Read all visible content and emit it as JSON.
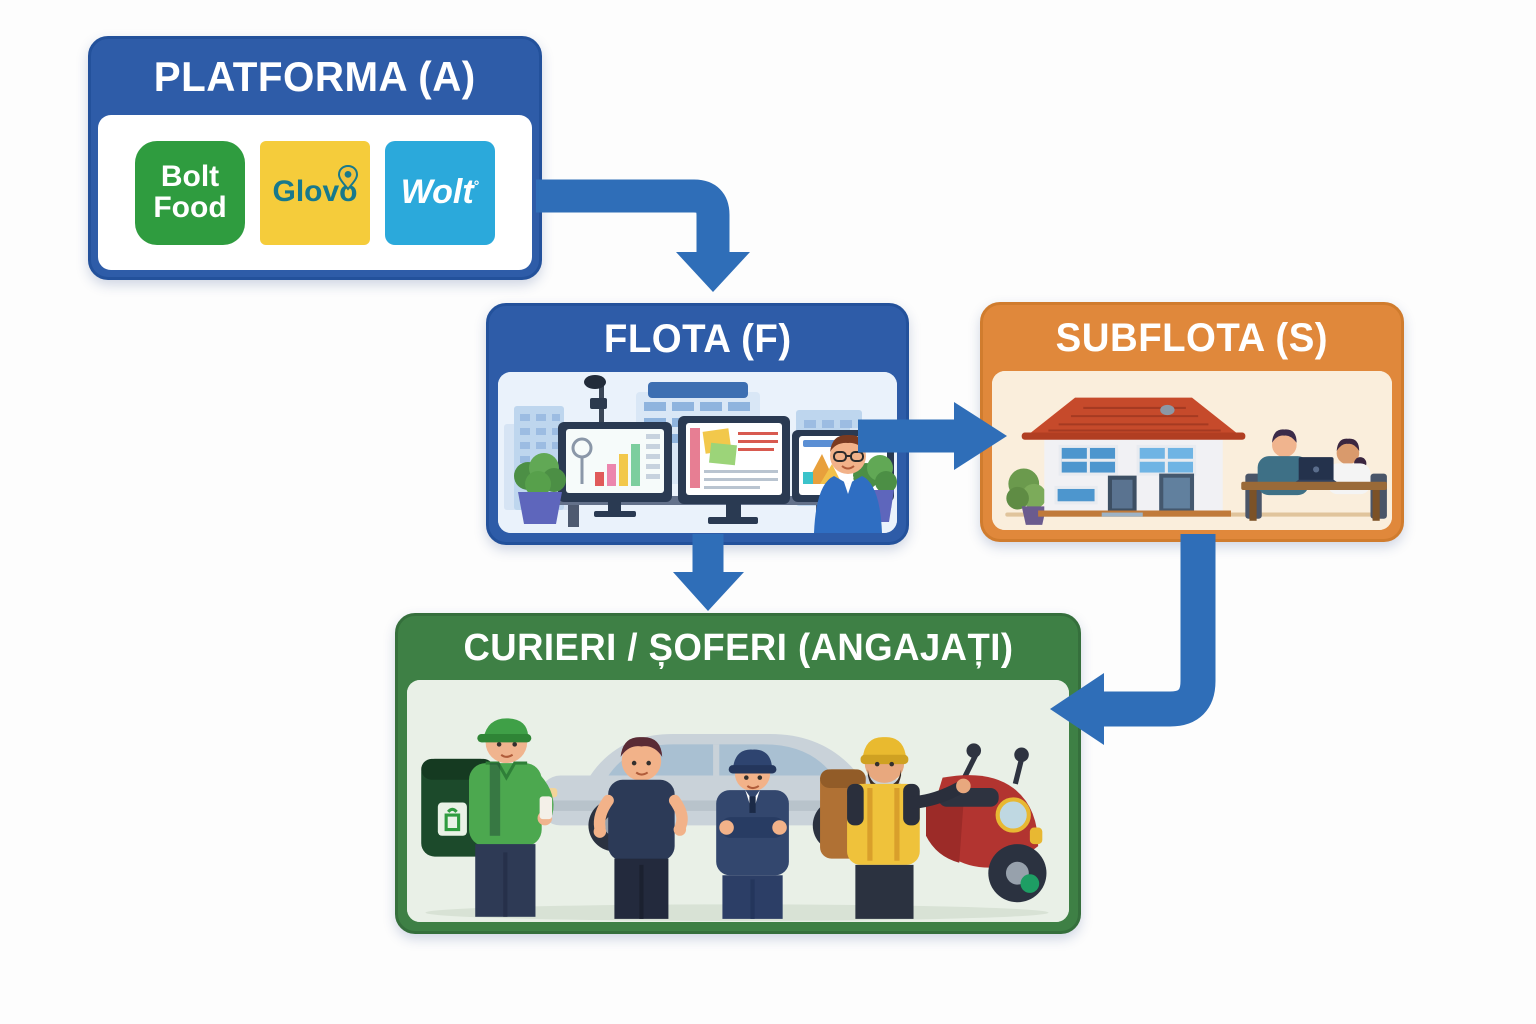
{
  "nodes": {
    "platforma": {
      "label": "PLATFORMA (A)"
    },
    "flota": {
      "label": "FLOTA (F)"
    },
    "subflota": {
      "label": "SUBFLOTA (S)"
    },
    "curieri": {
      "label": "CURIERI / ȘOFERI (ANGAJAȚI)"
    }
  },
  "platform_logos": [
    {
      "name": "bolt-food",
      "line1": "Bolt",
      "line2": "Food"
    },
    {
      "name": "glovo",
      "label": "Glovo"
    },
    {
      "name": "wolt",
      "label": "Wolt",
      "superscript": "°"
    }
  ],
  "edges": [
    {
      "from": "PLATFORMA (A)",
      "to": "FLOTA (F)",
      "style": "elbow-right-then-down"
    },
    {
      "from": "FLOTA (F)",
      "to": "SUBFLOTA (S)",
      "style": "straight-right"
    },
    {
      "from": "FLOTA (F)",
      "to": "CURIERI / ȘOFERI (ANGAJAȚI)",
      "style": "straight-down"
    },
    {
      "from": "SUBFLOTA (S)",
      "to": "CURIERI / ȘOFERI (ANGAJAȚI)",
      "style": "elbow-down-then-left"
    }
  ],
  "colors": {
    "arrow": "#2f6eb8",
    "blue_header": "#2e5ca8",
    "blue_border": "#23519b",
    "orange_header": "#e0883b",
    "orange_border": "#d07c2e",
    "green_header": "#3e8045",
    "green_border": "#356f3c",
    "flota_body_bg": "#eaf2fb",
    "subflota_body_bg": "#faeedc",
    "curieri_body_bg": "#e9f0e7",
    "bolt_bg": "#2f9c3f",
    "glovo_bg": "#f5cc3b",
    "glovo_text": "#17798c",
    "wolt_bg": "#2ba9db"
  }
}
